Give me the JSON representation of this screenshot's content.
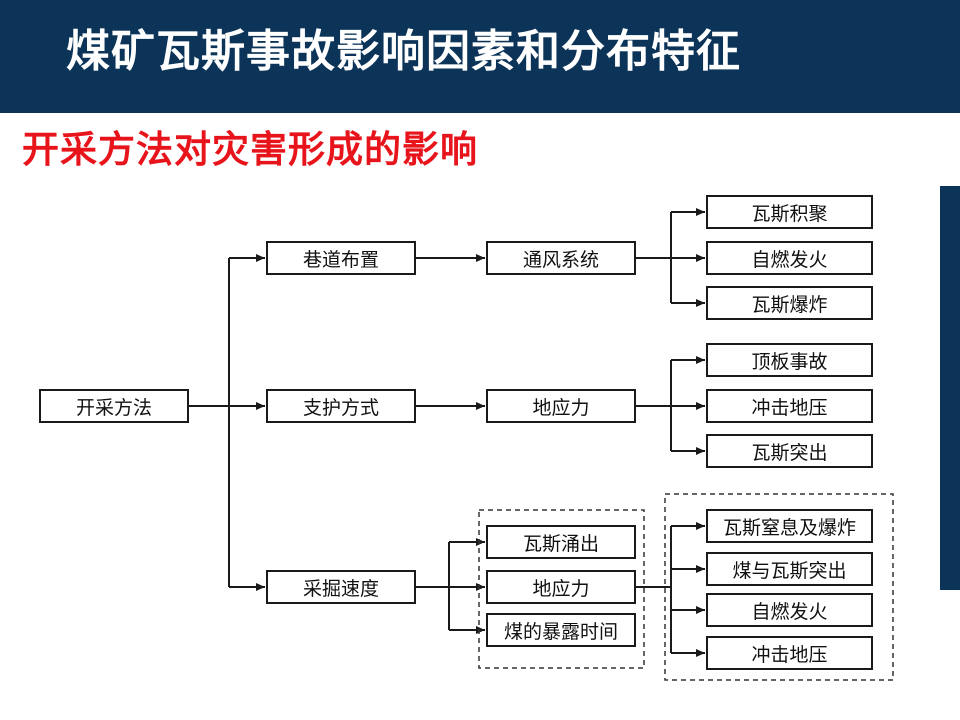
{
  "header": {
    "title": "煤矿瓦斯事故影响因素和分布特征",
    "background_color": "#0c3458"
  },
  "subtitle": {
    "text": "开采方法对灾害形成的影响",
    "color": "#e8141c"
  },
  "diagram": {
    "root": "开采方法",
    "branches": [
      {
        "label": "巷道布置",
        "middle": [
          "通风系统"
        ],
        "outcomes": [
          "瓦斯积聚",
          "自燃发火",
          "瓦斯爆炸"
        ]
      },
      {
        "label": "支护方式",
        "middle": [
          "地应力"
        ],
        "outcomes": [
          "顶板事故",
          "冲击地压",
          "瓦斯突出"
        ]
      },
      {
        "label": "采掘速度",
        "middle": [
          "瓦斯涌出",
          "地应力",
          "煤的暴露时间"
        ],
        "outcomes": [
          "瓦斯窒息及爆炸",
          "煤与瓦斯突出",
          "自燃发火",
          "冲击地压"
        ]
      }
    ]
  }
}
